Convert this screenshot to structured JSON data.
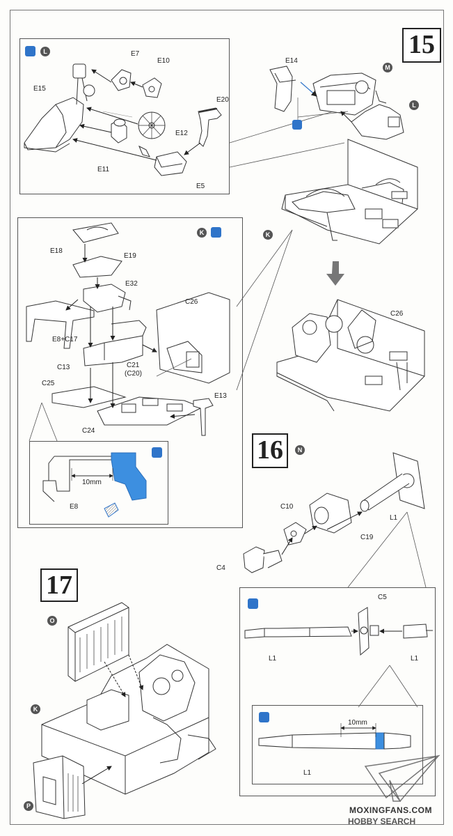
{
  "steps": [
    "15",
    "16",
    "17"
  ],
  "step15": {
    "inset_parts": [
      "E7",
      "E10",
      "E15",
      "E20",
      "E12",
      "E11",
      "E5"
    ],
    "inset_circle": "L",
    "main_parts": [
      "E14"
    ],
    "circles": [
      "M",
      "L",
      "K"
    ]
  },
  "inset2": {
    "parts": [
      "E18",
      "E19",
      "E32",
      "C26",
      "E8+C17",
      "C13",
      "C21",
      "(C20)",
      "C25",
      "E13",
      "C24"
    ],
    "circle": "K",
    "detail_label": "E8",
    "detail_dim": "10mm"
  },
  "step15_result": {
    "parts": [
      "C26"
    ]
  },
  "step16": {
    "circle": "N",
    "parts": [
      "L1",
      "C10",
      "C19",
      "C4"
    ],
    "detail_parts": [
      "C5",
      "L1",
      "L1"
    ],
    "sub_detail_label": "L1",
    "sub_detail_dim": "10mm"
  },
  "step17": {
    "circles": [
      "O",
      "K",
      "P"
    ]
  },
  "watermark": {
    "line1": "MOXINGFANS.COM",
    "line2": "HOBBY SEARCH"
  },
  "colors": {
    "highlight": "#3d8fe0",
    "icon_blue": "#2f74c9",
    "line": "#444444"
  },
  "icons": [
    "paint-brush-icon",
    "cement-icon",
    "glue-bottle-icon"
  ]
}
